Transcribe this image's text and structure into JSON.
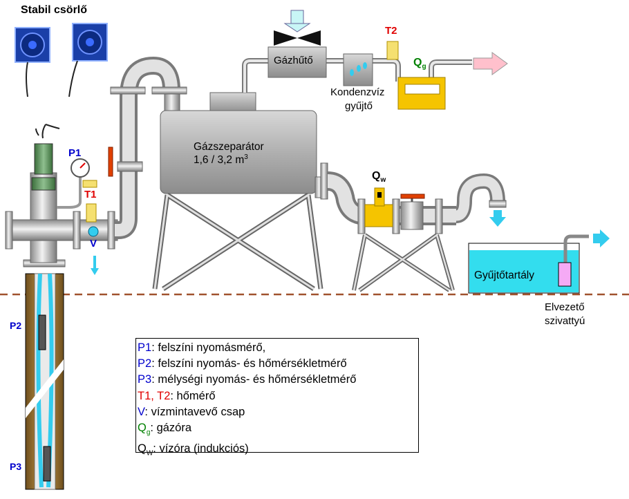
{
  "labels": {
    "winch": "Stabil csörlő",
    "gas_cooler": "Gázhűtő",
    "condensate_1": "Kondenzvíz",
    "condensate_2": "gyűjtő",
    "separator_1": "Gázszeparátor",
    "separator_2": "1,6 / 3,2 m",
    "separator_2_sup": "3",
    "tank": "Gyűjtőtartály",
    "pump_1": "Elvezető",
    "pump_2": "szivattyú"
  },
  "tags": {
    "p1": "P1",
    "t1": "T1",
    "v": "V",
    "t2": "T2",
    "qg": "Q",
    "qg_sub": "g",
    "qw": "Q",
    "qw_sub": "w",
    "p2": "P2",
    "p3": "P3"
  },
  "legend": [
    {
      "key": "P1",
      "sub": "",
      "key_color": "#0000cc",
      "text": ": felszíni nyomásmérő,"
    },
    {
      "key": "P2",
      "sub": "",
      "key_color": "#0000cc",
      "text": ": felszíni nyomás- és hőmérsékletmérő"
    },
    {
      "key": "P3",
      "sub": "",
      "key_color": "#0000cc",
      "text": ": mélységi nyomás- és hőmérsékletmérő"
    },
    {
      "key": "T1, T2",
      "sub": "",
      "key_color": "#e00000",
      "text": ": hőmérő"
    },
    {
      "key": "V",
      "sub": "",
      "key_color": "#0000cc",
      "text": ": vízmintavevő csap"
    },
    {
      "key": "Q",
      "sub": "g",
      "key_color": "#008000",
      "text": ": gázóra"
    },
    {
      "key": "Q",
      "sub": "W",
      "key_color": "#000000",
      "text": ": vízóra (indukciós)"
    }
  ],
  "colors": {
    "pipe": "#c8c8c8",
    "well": "#a07832",
    "water": "#33ccee",
    "ground_line": "#a0522d",
    "meter_yellow": "#f5c400"
  }
}
